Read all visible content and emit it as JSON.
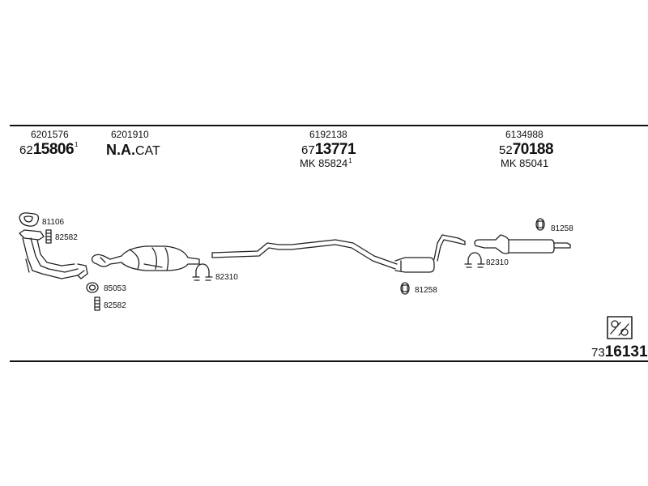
{
  "header_parts": [
    {
      "ref": "6201576",
      "pn_prefix": "62",
      "pn_main": "15806",
      "pn_sup": "1"
    },
    {
      "ref": "6201910",
      "na_main": "N.A.",
      "na_suffix": "CAT"
    },
    {
      "ref": "6192138",
      "pn_prefix": "67",
      "pn_main": "13771",
      "mk": "MK 85824",
      "mk_sup": "1"
    },
    {
      "ref": "6134988",
      "pn_prefix": "52",
      "pn_main": "70188",
      "mk": "MK 85041"
    }
  ],
  "component_labels": {
    "gasket_front": "81106",
    "bolt_front_top": "82582",
    "clamp_front": "82310",
    "ring_front": "85053",
    "bolt_front_bottom": "82582",
    "rubber_mid": "81258",
    "rubber_rear": "81258",
    "clamp_rear": "82310"
  },
  "footer": {
    "prefix": "73",
    "main": "16131"
  },
  "icons": {
    "exhaust": "exhaust-parts-icon"
  }
}
